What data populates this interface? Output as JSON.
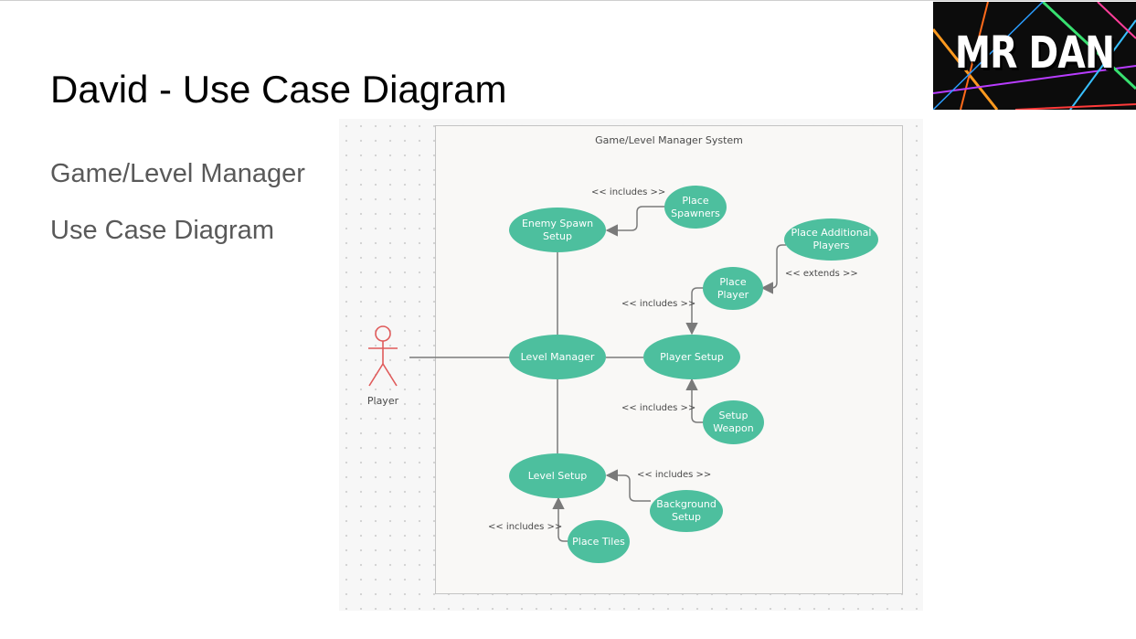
{
  "slide": {
    "title": "David - Use Case Diagram",
    "subtitle_line1": "Game/Level Manager",
    "subtitle_line2": "Use Case Diagram"
  },
  "logo": {
    "text": "MR DAN"
  },
  "diagram": {
    "system_name": "Game/Level Manager System",
    "actor": {
      "name": "Player"
    },
    "use_cases": {
      "enemy_spawn_setup": "Enemy Spawn\nSetup",
      "place_spawners": "Place\nSpawners",
      "place_additional_players": "Place Additional\nPlayers",
      "place_player": "Place\nPlayer",
      "level_manager": "Level Manager",
      "player_setup": "Player Setup",
      "setup_weapon": "Setup\nWeapon",
      "level_setup": "Level Setup",
      "background_setup": "Background\nSetup",
      "place_tiles": "Place Tiles"
    },
    "relationships": {
      "spawners_includes": "<< includes >>",
      "additional_players_extends": "<< extends >>",
      "place_player_includes": "<< includes >>",
      "setup_weapon_includes": "<< includes >>",
      "background_includes": "<< includes >>",
      "place_tiles_includes": "<< includes >>"
    },
    "colors": {
      "use_case_fill": "#4dbf9e",
      "connector": "#7a7a7a",
      "actor": "#e05a5a"
    }
  }
}
